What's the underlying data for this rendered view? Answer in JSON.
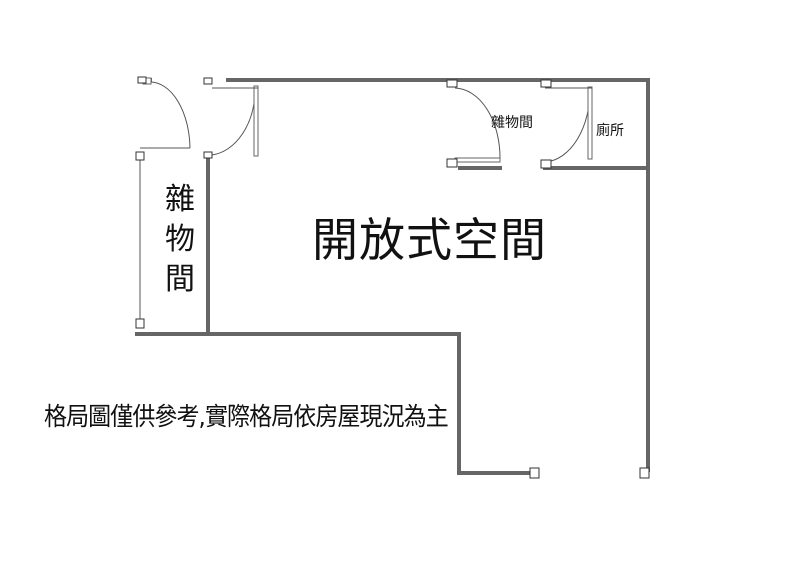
{
  "plan": {
    "main_room_label": "開放式空間",
    "storage_top_label": "雜物間",
    "toilet_label": "廁所",
    "storage_left_label": "雜物間",
    "disclaimer": "格局圖僅供參考,實際格局依房屋現況為主"
  },
  "colors": {
    "wall": "#666666",
    "background": "#ffffff",
    "text": "#111111"
  }
}
